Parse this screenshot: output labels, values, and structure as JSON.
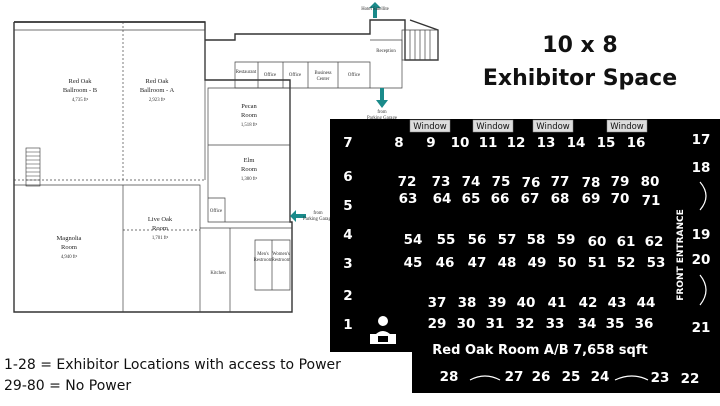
{
  "title": {
    "line1": "10 x 8",
    "line2": "Exhibitor Space"
  },
  "floorplan": {
    "rooms": [
      {
        "id": "red-oak-b",
        "name1": "Red Oak",
        "name2": "Ballroom - B",
        "area": "4,735 ft²"
      },
      {
        "id": "red-oak-a",
        "name1": "Red Oak",
        "name2": "Ballroom - A",
        "area": "2,923 ft²"
      },
      {
        "id": "pecan",
        "name1": "Pecan",
        "name2": "Room",
        "area": "1,518 ft²"
      },
      {
        "id": "elm",
        "name1": "Elm",
        "name2": "Room",
        "area": "1,380 ft²"
      },
      {
        "id": "magnolia",
        "name1": "Magnolia",
        "name2": "Room",
        "area": "4,940 ft²"
      },
      {
        "id": "live-oak",
        "name1": "Live Oak",
        "name2": "Room",
        "area": "1,701 ft²"
      }
    ],
    "small_labels": {
      "hotel_satellite": "Hotel Satellite",
      "from_parking_top1": "from",
      "from_parking_top2": "Parking Garage",
      "from_parking_right1": "from",
      "from_parking_right2": "Parking Garage",
      "business_center1": "Business",
      "business_center2": "Center",
      "office1": "Office",
      "office2": "Office",
      "office3": "Office",
      "reception": "Reception",
      "restaurant": "Restaurant",
      "office_side": "Office",
      "kitchen": "Kitchen",
      "mens": "Men's",
      "womens": "Women's",
      "restroom_m": "Restroom",
      "restroom_w": "Restroom"
    }
  },
  "hall": {
    "windows": [
      "Window",
      "Window",
      "Window",
      "Window"
    ],
    "room_label": "Red Oak Room A/B 7,658 sqft",
    "front_entrance": "FRONT ENTRANCE",
    "booths": [
      {
        "n": "1"
      },
      {
        "n": "2"
      },
      {
        "n": "3"
      },
      {
        "n": "4"
      },
      {
        "n": "5"
      },
      {
        "n": "6"
      },
      {
        "n": "7"
      },
      {
        "n": "8"
      },
      {
        "n": "9"
      },
      {
        "n": "10"
      },
      {
        "n": "11"
      },
      {
        "n": "12"
      },
      {
        "n": "13"
      },
      {
        "n": "14"
      },
      {
        "n": "15"
      },
      {
        "n": "16"
      },
      {
        "n": "17"
      },
      {
        "n": "18"
      },
      {
        "n": "19"
      },
      {
        "n": "20"
      },
      {
        "n": "21"
      },
      {
        "n": "22"
      },
      {
        "n": "23"
      },
      {
        "n": "24"
      },
      {
        "n": "25"
      },
      {
        "n": "26"
      },
      {
        "n": "27"
      },
      {
        "n": "28"
      },
      {
        "n": "29"
      },
      {
        "n": "30"
      },
      {
        "n": "31"
      },
      {
        "n": "32"
      },
      {
        "n": "33"
      },
      {
        "n": "34"
      },
      {
        "n": "35"
      },
      {
        "n": "36"
      },
      {
        "n": "37"
      },
      {
        "n": "38"
      },
      {
        "n": "39"
      },
      {
        "n": "40"
      },
      {
        "n": "41"
      },
      {
        "n": "42"
      },
      {
        "n": "43"
      },
      {
        "n": "44"
      },
      {
        "n": "45"
      },
      {
        "n": "46"
      },
      {
        "n": "47"
      },
      {
        "n": "48"
      },
      {
        "n": "49"
      },
      {
        "n": "50"
      },
      {
        "n": "51"
      },
      {
        "n": "52"
      },
      {
        "n": "53"
      },
      {
        "n": "54"
      },
      {
        "n": "55"
      },
      {
        "n": "56"
      },
      {
        "n": "57"
      },
      {
        "n": "58"
      },
      {
        "n": "59"
      },
      {
        "n": "60"
      },
      {
        "n": "61"
      },
      {
        "n": "62"
      },
      {
        "n": "63"
      },
      {
        "n": "64"
      },
      {
        "n": "65"
      },
      {
        "n": "66"
      },
      {
        "n": "67"
      },
      {
        "n": "68"
      },
      {
        "n": "69"
      },
      {
        "n": "70"
      },
      {
        "n": "71"
      },
      {
        "n": "72"
      },
      {
        "n": "73"
      },
      {
        "n": "74"
      },
      {
        "n": "75"
      },
      {
        "n": "76"
      },
      {
        "n": "77"
      },
      {
        "n": "78"
      },
      {
        "n": "79"
      },
      {
        "n": "80"
      }
    ]
  },
  "legend": {
    "power": "1-28 = Exhibitor Locations with access to Power",
    "no_power": "29-80 = No Power"
  }
}
